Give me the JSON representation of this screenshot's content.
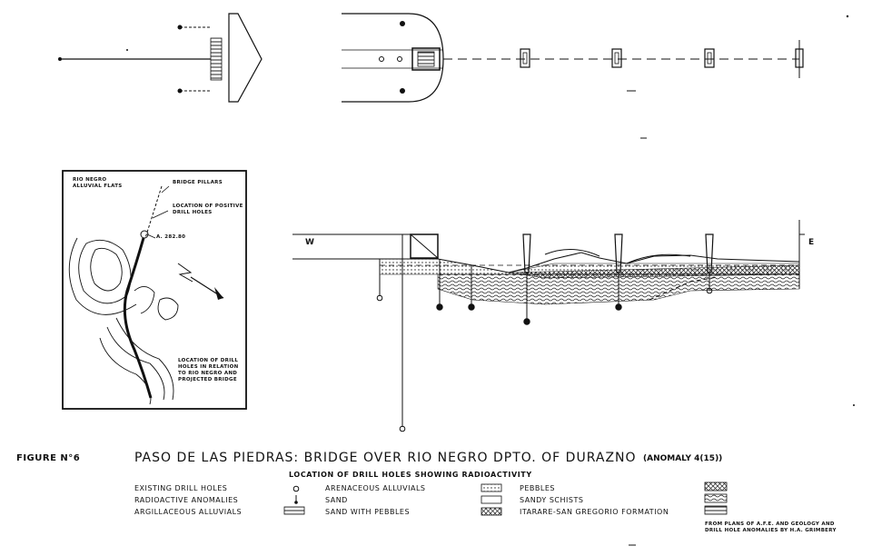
{
  "figure_label": "FIGURE N°6",
  "title": "PASO DE LAS PIEDRAS: BRIDGE OVER RIO NEGRO  DPTO. OF DURAZNO",
  "anomaly_label": "(ANOMALY 4(15))",
  "subtitle": "LOCATION OF DRILL HOLES SHOWING RADIOACTIVITY",
  "inset": {
    "region_label": "RIO NEGRO ALLUVIAL FLATS",
    "pillars_label": "BRIDGE PILLARS",
    "positive_holes_label": "LOCATION OF POSITIVE DRILL HOLES",
    "point_label": "A. 282.80",
    "note": "LOCATION OF DRILL HOLES IN RELATION TO RIO NEGRO AND PROJECTED BRIDGE"
  },
  "section": {
    "west_label": "W",
    "east_label": "E"
  },
  "legend": {
    "col1": [
      "EXISTING DRILL HOLES",
      "RADIOACTIVE ANOMALIES",
      "ARGILLACEOUS ALLUVIALS"
    ],
    "col2": [
      "ARENACEOUS ALLUVIALS",
      "SAND",
      "SAND WITH PEBBLES"
    ],
    "col3": [
      "PEBBLES",
      "SANDY SCHISTS",
      "ITARARE-SAN GREGORIO FORMATION"
    ]
  },
  "credit": "FROM PLANS OF A.F.E. AND GEOLOGY AND DRILL HOLE ANOMALIES BY H.A. GRIMBERY"
}
